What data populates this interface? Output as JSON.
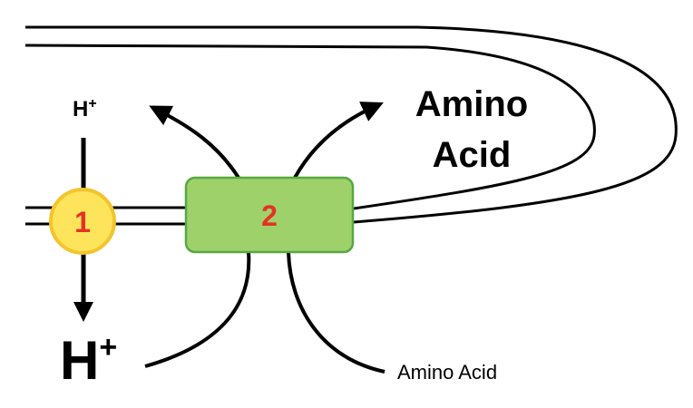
{
  "labels": {
    "h_top": "H",
    "h_top_sup": "+",
    "h_bottom": "H",
    "h_bottom_sup": "+",
    "amino_top_line1": "Amino",
    "amino_top_line2": "Acid",
    "amino_bottom": "Amino Acid"
  },
  "proteins": {
    "pump_number": "1",
    "transporter_number": "2"
  },
  "colors": {
    "line": "#000000",
    "pump_fill": "#fde45a",
    "pump_stroke": "#f3c52c",
    "transporter_fill": "#9fd16a",
    "transporter_stroke": "#57a843",
    "number_text": "#e53225"
  }
}
